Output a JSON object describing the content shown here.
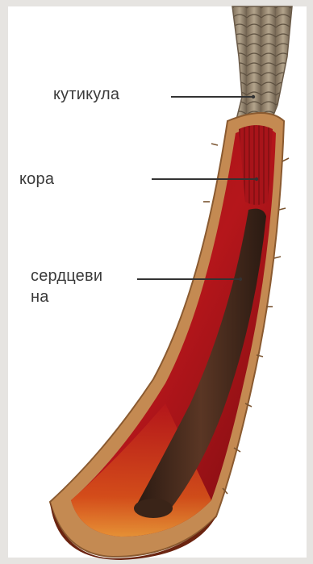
{
  "diagram": {
    "labels": {
      "cuticle": "кутикула",
      "cortex": "кора",
      "medulla": "сердцевина"
    },
    "colors": {
      "background": "#e6e4e1",
      "panel": "#ffffff",
      "cuticle_scales": "#9a8a72",
      "cortex_outer": "#c8935a",
      "cortex_inner": "#a4161a",
      "medulla": "#3a2418",
      "leader_line": "#333333"
    }
  }
}
